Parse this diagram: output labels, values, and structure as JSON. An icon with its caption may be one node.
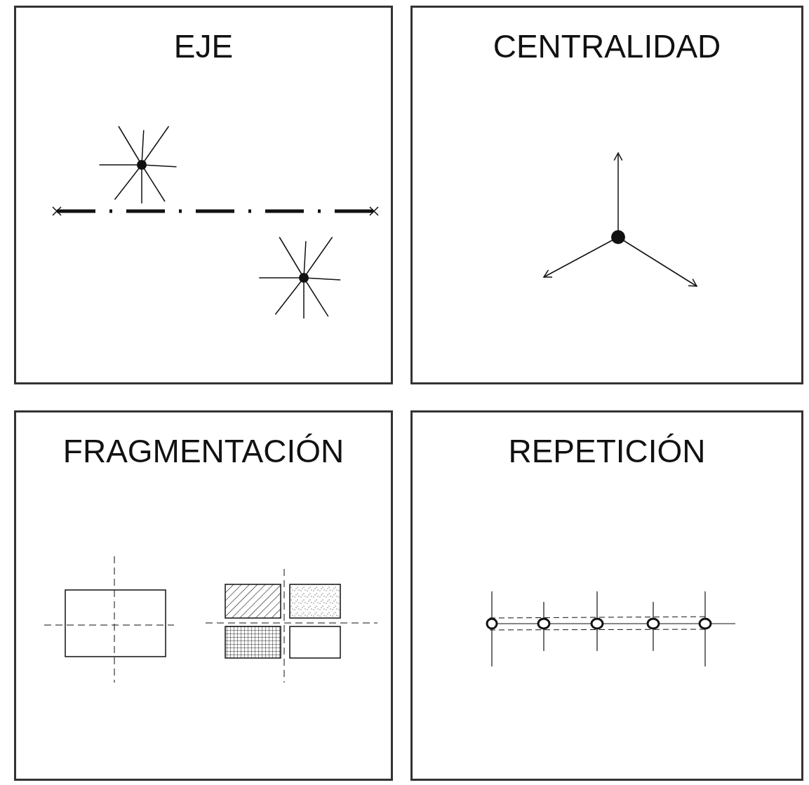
{
  "diagram": {
    "nodes": [
      {
        "text": [
          "EJE"
        ]
      },
      {
        "text": [
          "CENTRALIDAD"
        ]
      },
      {
        "text": [
          "FRAGMENTACIÓN"
        ]
      },
      {
        "text": [
          "REPETICIÓN"
        ]
      }
    ]
  }
}
